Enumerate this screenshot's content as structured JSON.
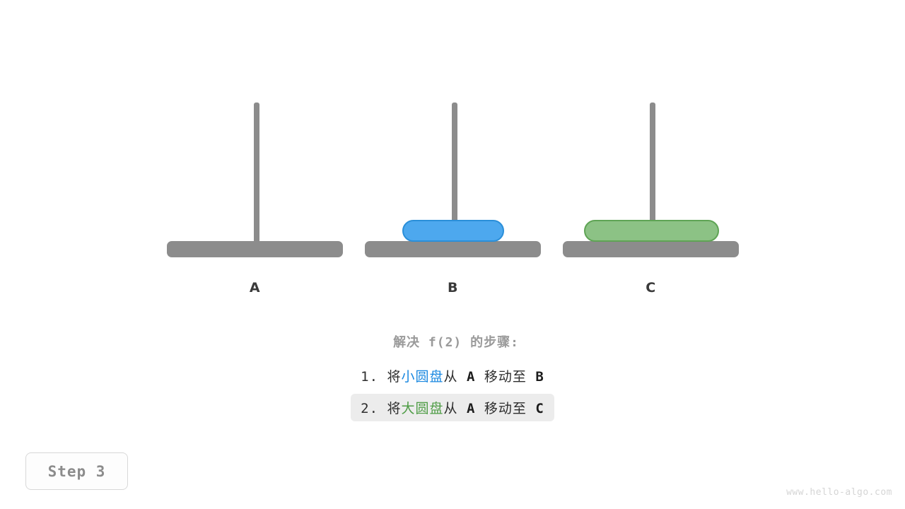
{
  "scene": {
    "type": "towers-of-hanoi",
    "towers": [
      {
        "label": "A",
        "disks": []
      },
      {
        "label": "B",
        "disks": [
          {
            "size": "small",
            "color": "#4da8ee",
            "border_color": "#2b8fd9"
          }
        ]
      },
      {
        "label": "C",
        "disks": [
          {
            "size": "large",
            "color": "#8cc285",
            "border_color": "#5fa455"
          }
        ]
      }
    ],
    "pole_color": "#8c8c8c",
    "base_color": "#8c8c8c"
  },
  "steps": {
    "title": "解决 f(2) 的步骤:",
    "items": [
      {
        "index": "1.",
        "prefix": "将",
        "disk_word": "小圆盘",
        "disk_color": "#1a88e0",
        "middle": "从",
        "from": "A",
        "verb": "移动至",
        "to": "B",
        "highlighted": false
      },
      {
        "index": "2.",
        "prefix": "将",
        "disk_word": "大圆盘",
        "disk_color": "#4e9c45",
        "middle": "从",
        "from": "A",
        "verb": "移动至",
        "to": "C",
        "highlighted": true
      }
    ],
    "highlight_color": "#ececec"
  },
  "badge": {
    "label": "Step 3"
  },
  "watermark": {
    "text": "www.hello-algo.com"
  }
}
